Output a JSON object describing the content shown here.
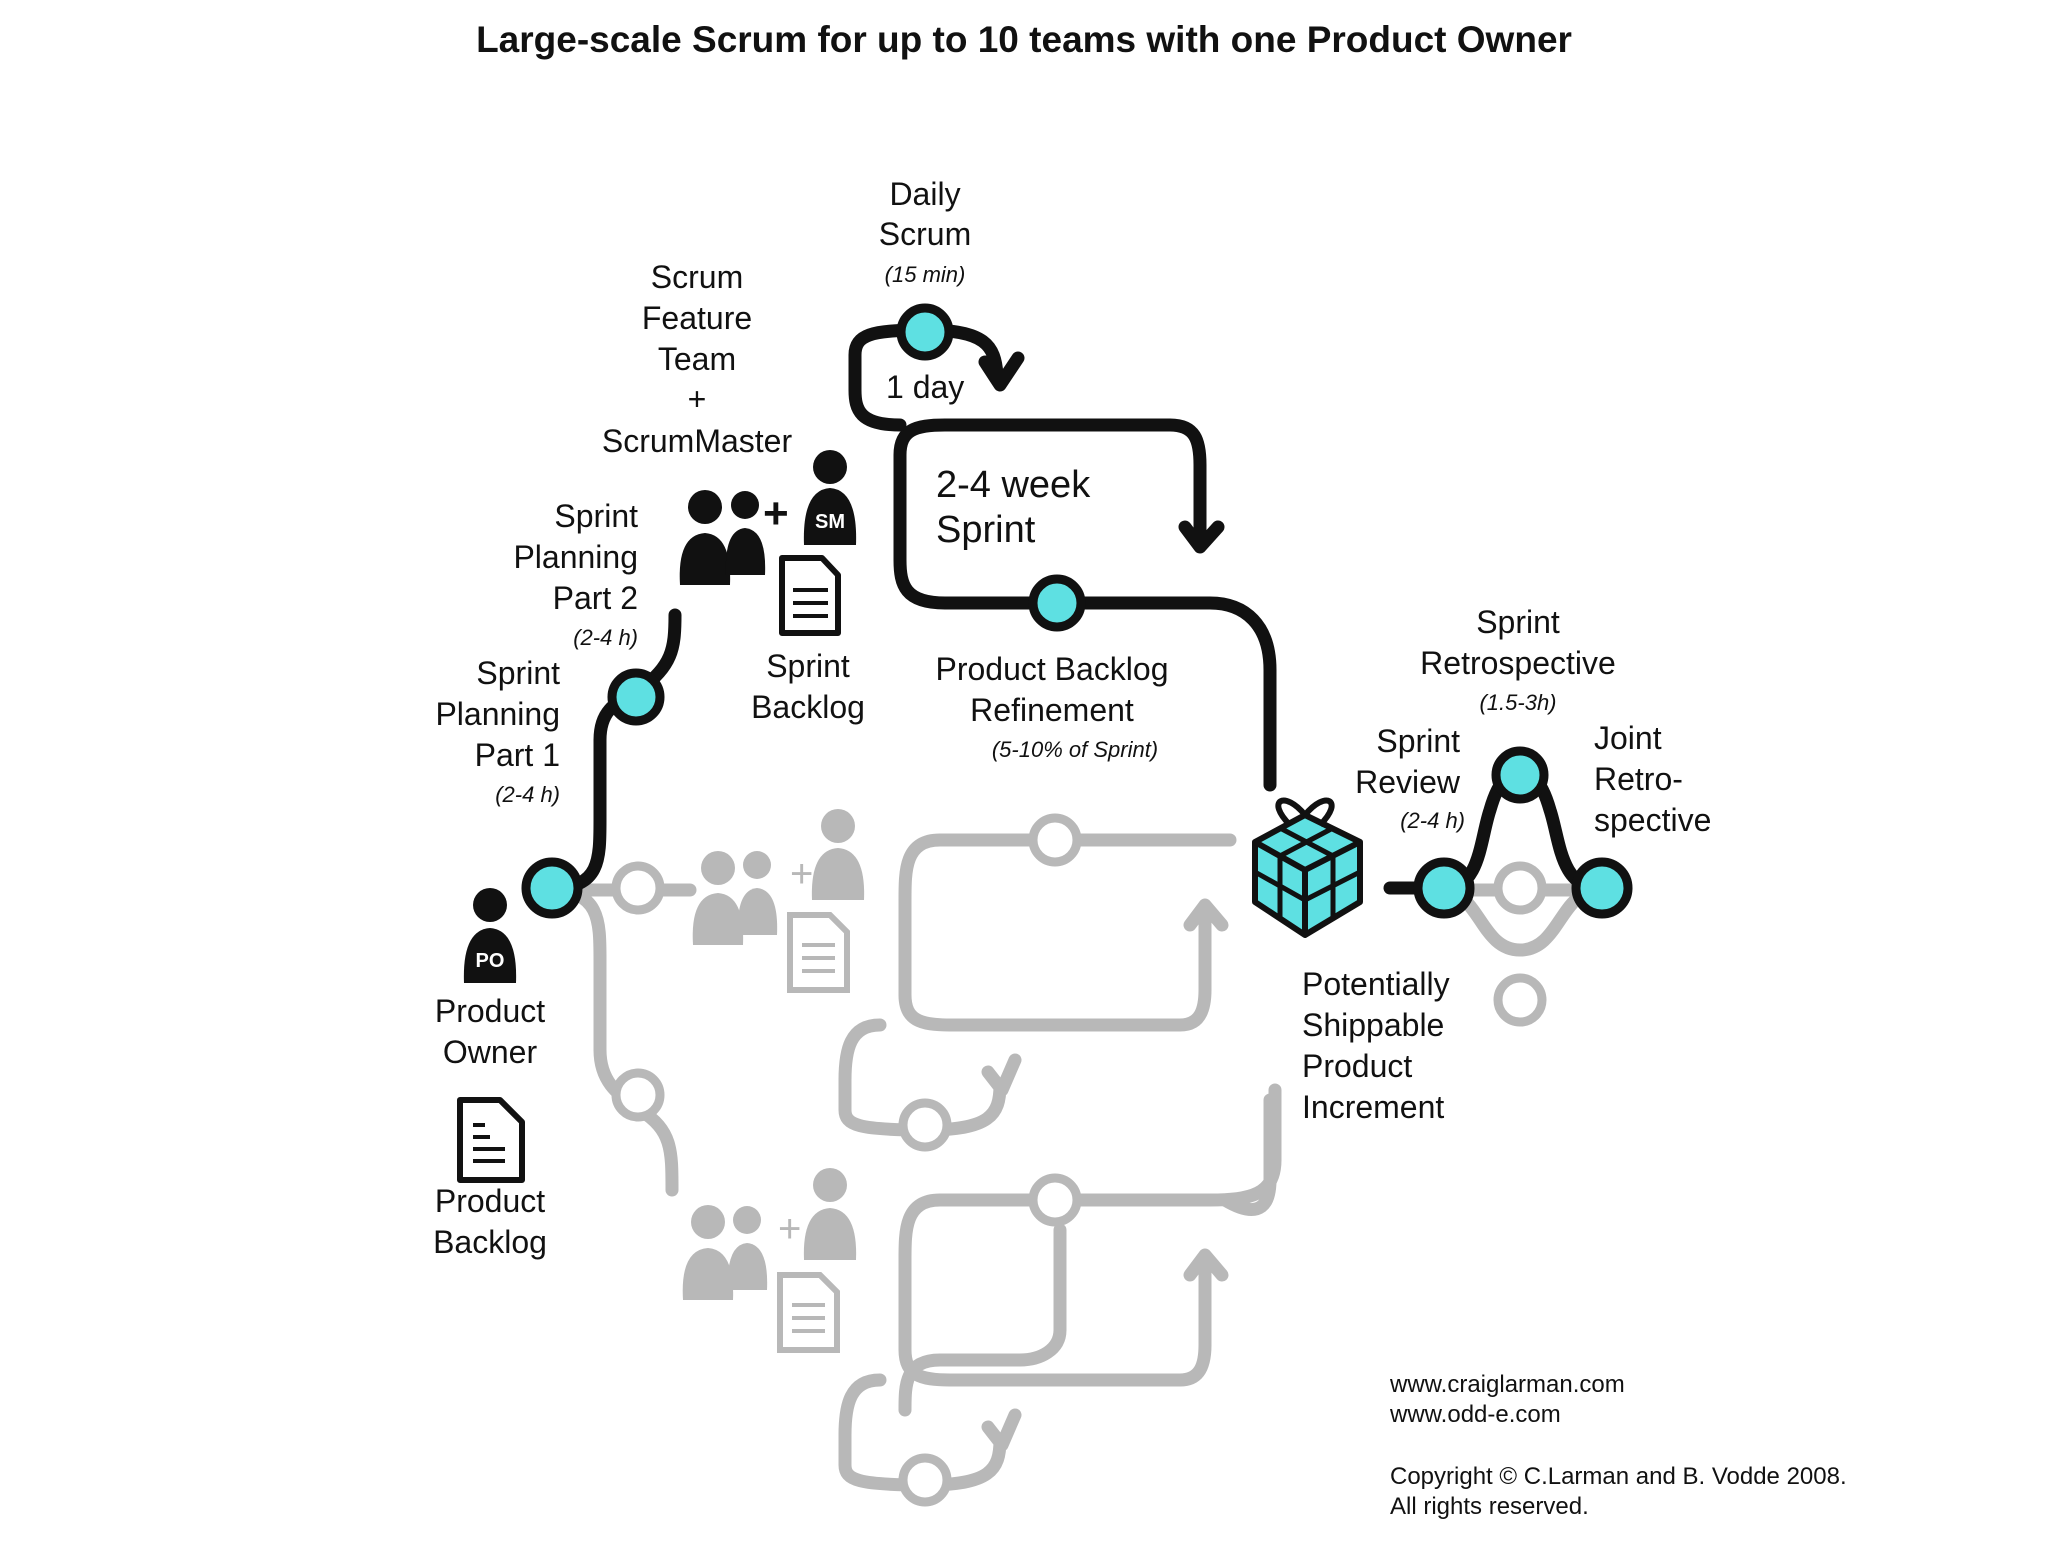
{
  "title": "Large-scale Scrum for up to 10 teams with one Product Owner",
  "colors": {
    "accent": "#5ee0e2",
    "active": "#111111",
    "inactive": "#b8b8b8"
  },
  "labels": {
    "daily_scrum": [
      "Daily",
      "Scrum"
    ],
    "daily_scrum_time": "(15 min)",
    "one_day": "1 day",
    "sprint_length": [
      "2-4 week",
      "Sprint"
    ],
    "feature_team": [
      "Scrum",
      "Feature",
      "Team",
      "+",
      "ScrumMaster"
    ],
    "sprint_planning_2": [
      "Sprint",
      "Planning",
      "Part 2"
    ],
    "sprint_planning_2_time": "(2-4 h)",
    "sprint_planning_1": [
      "Sprint",
      "Planning",
      "Part 1"
    ],
    "sprint_planning_1_time": "(2-4 h)",
    "sprint_backlog": [
      "Sprint",
      "Backlog"
    ],
    "refinement": [
      "Product Backlog",
      "Refinement"
    ],
    "refinement_time": "(5-10% of Sprint)",
    "retrospective": [
      "Sprint",
      "Retrospective"
    ],
    "retrospective_time": "(1.5-3h)",
    "review": [
      "Sprint",
      "Review"
    ],
    "review_time": "(2-4 h)",
    "joint_retro": [
      "Joint",
      "Retro-",
      "spective"
    ],
    "increment": [
      "Potentially",
      "Shippable",
      "Product",
      "Increment"
    ],
    "product_owner": [
      "Product",
      "Owner"
    ],
    "product_backlog": [
      "Product",
      "Backlog"
    ],
    "po_badge": "PO",
    "sm_badge": "SM",
    "plus": "+"
  },
  "footer": {
    "sites": [
      "www.craiglarman.com",
      "www.odd-e.com"
    ],
    "copyright": [
      "Copyright © C.Larman and B. Vodde 2008.",
      "All rights reserved."
    ]
  }
}
